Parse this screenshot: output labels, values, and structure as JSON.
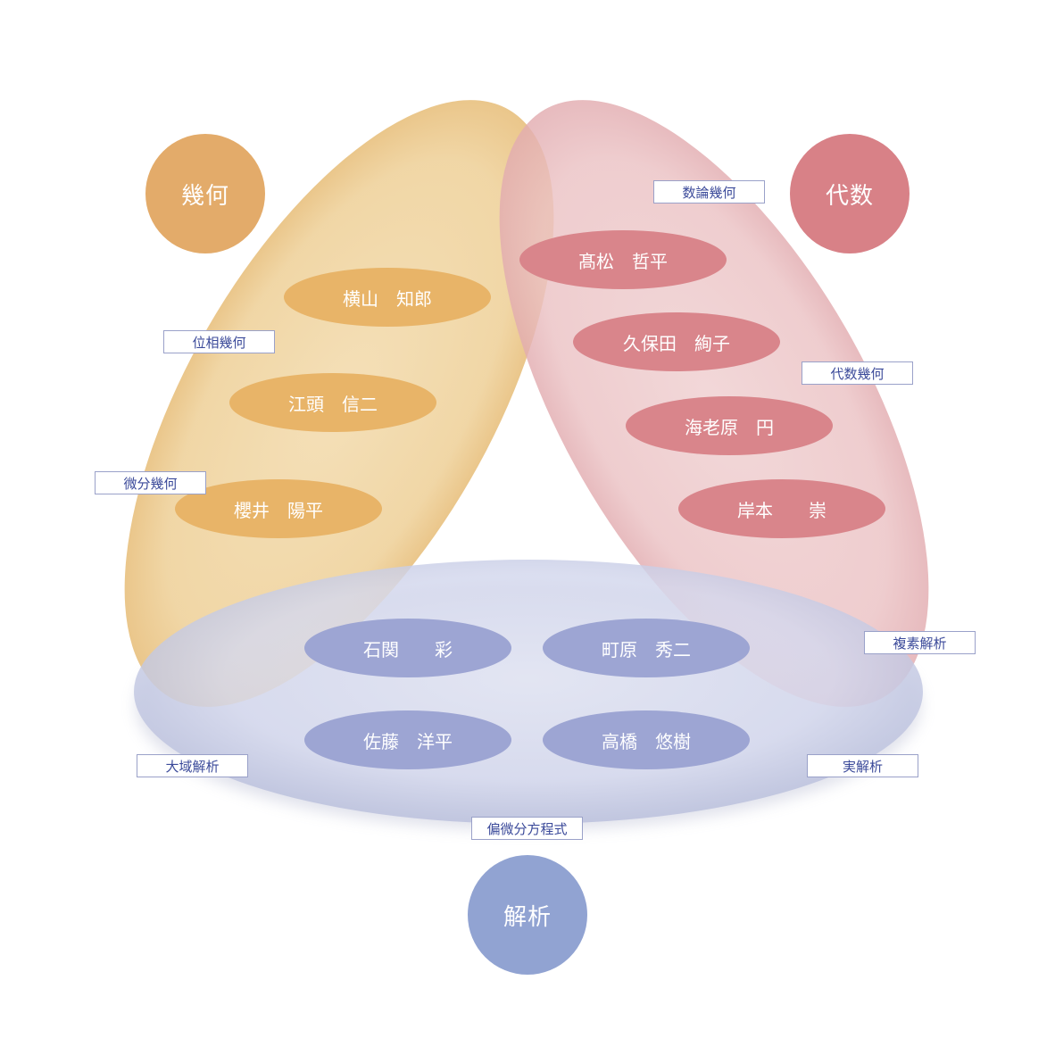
{
  "fields": {
    "geometry": {
      "label": "幾何",
      "color": "#e3ab6a"
    },
    "algebra": {
      "label": "代数",
      "color": "#d88187"
    },
    "analysis": {
      "label": "解析",
      "color": "#91a3d2"
    }
  },
  "members": {
    "takamatsu": "髙松　哲平",
    "kubota": "久保田　絢子",
    "ebihara": "海老原　円",
    "kishimoto": "岸本　　崇",
    "yokoyama": "横山　知郎",
    "egashira": "江頭　信二",
    "sakurai": "櫻井　陽平",
    "ishizeki": "石関　　彩",
    "machihara": "町原　秀二",
    "sato": "佐藤　洋平",
    "takahashi": "高橋　悠樹"
  },
  "topics": {
    "number_theoretic_geometry": "数論幾何",
    "topological_geometry": "位相幾何",
    "algebraic_geometry": "代数幾何",
    "differential_geometry": "微分幾何",
    "complex_analysis": "複素解析",
    "global_analysis": "大域解析",
    "real_analysis": "実解析",
    "pde": "偏微分方程式"
  }
}
